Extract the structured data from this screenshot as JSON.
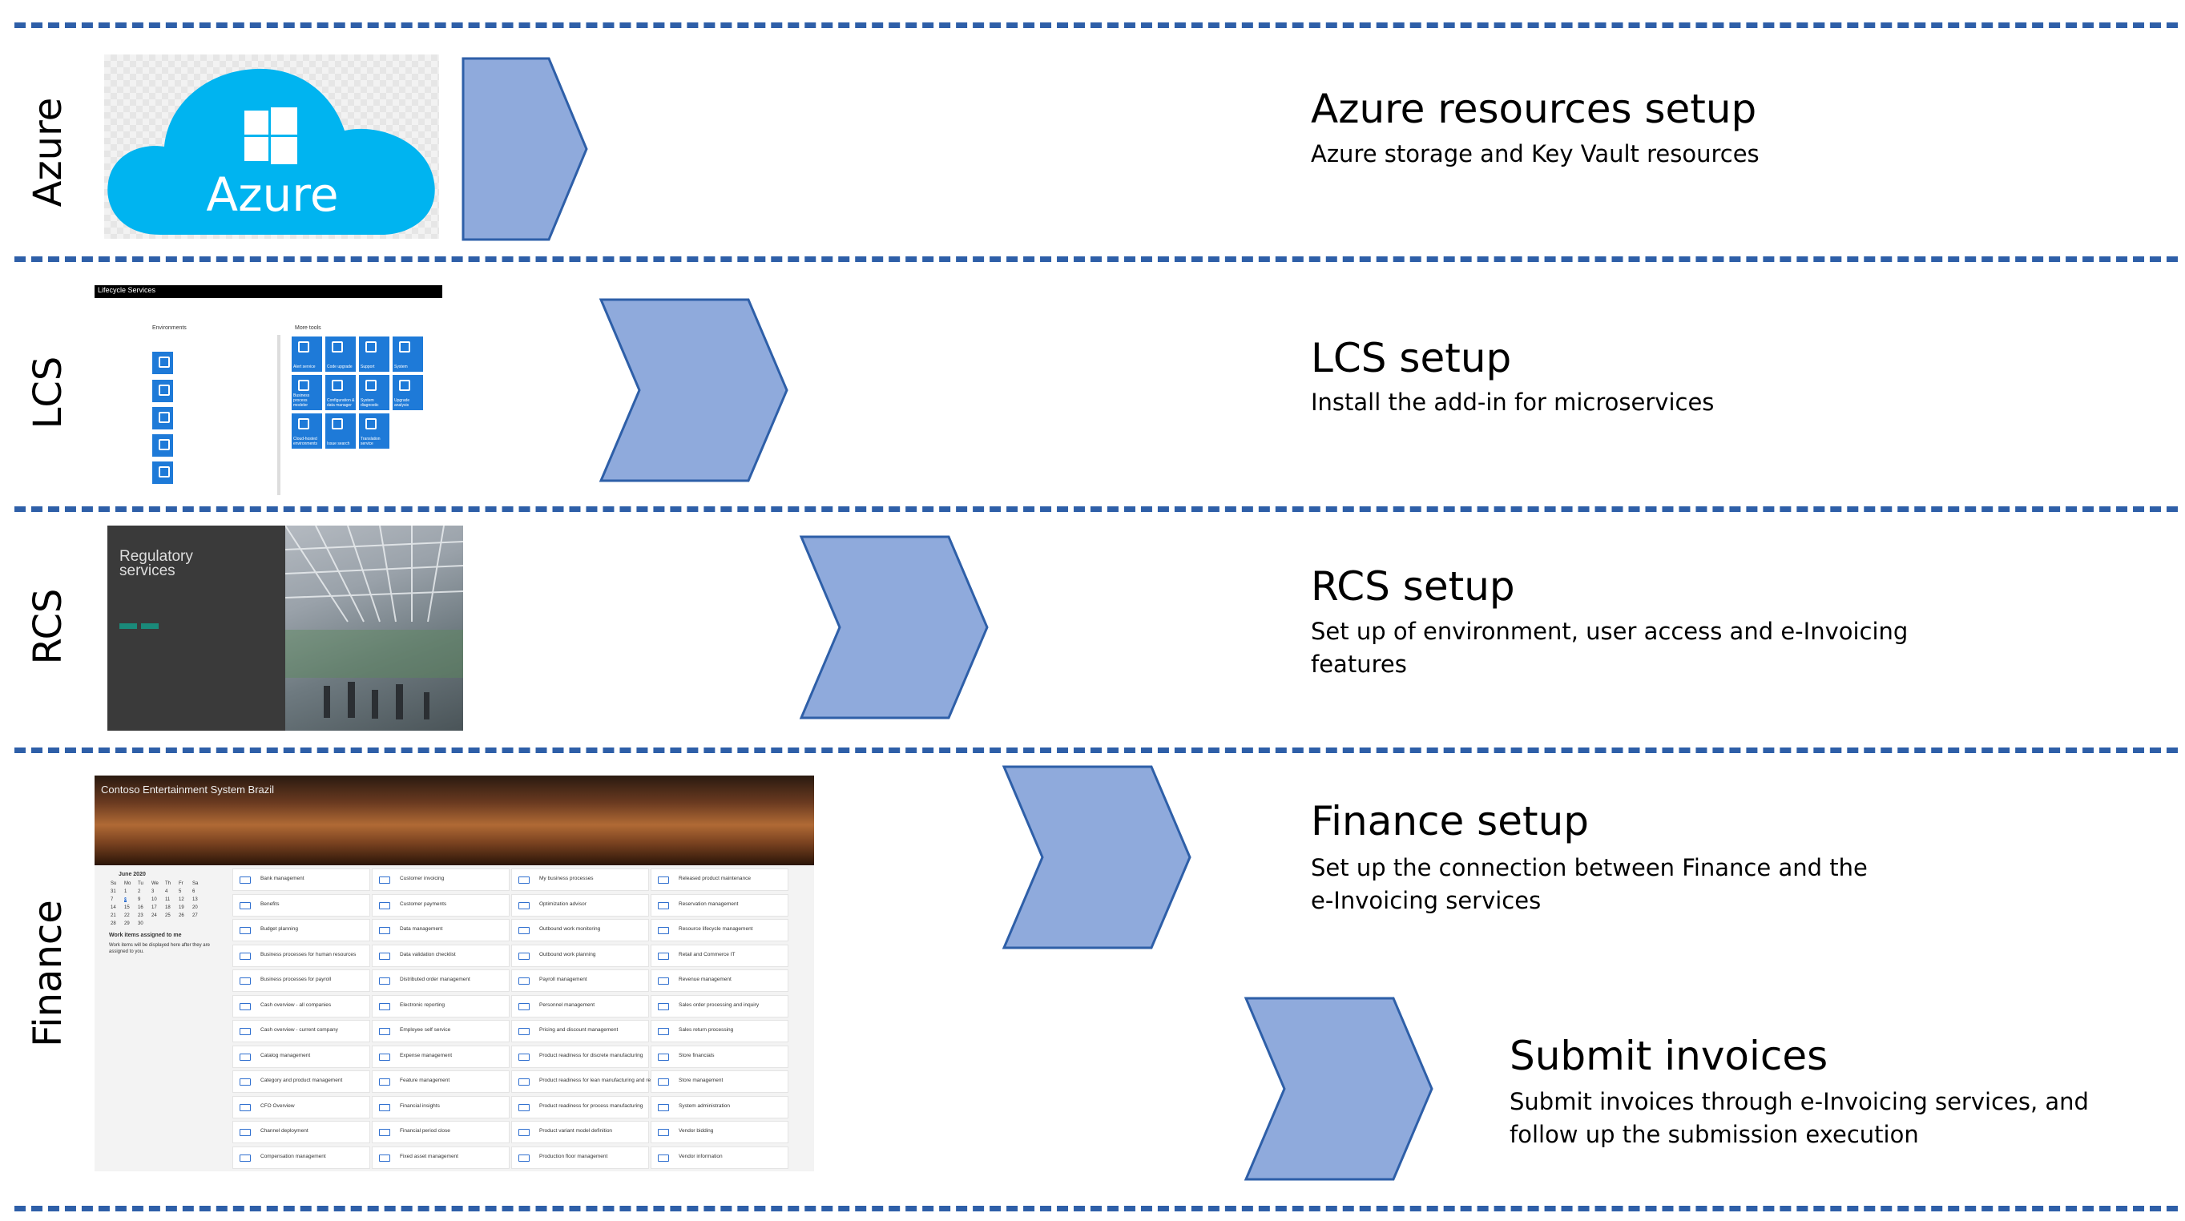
{
  "lanes": [
    {
      "label": "Azure"
    },
    {
      "label": "LCS"
    },
    {
      "label": "RCS"
    },
    {
      "label": "Finance"
    }
  ],
  "steps": [
    {
      "title": "Azure resources setup",
      "desc": "Azure storage and Key Vault resources"
    },
    {
      "title": "LCS setup",
      "desc": "Install the add-in for microservices"
    },
    {
      "title": "RCS setup",
      "desc": "Set up of environment, user access and e-Invoicing features"
    },
    {
      "title": "Finance setup",
      "desc": "Set up the connection between Finance and the e-Invoicing services"
    },
    {
      "title": "Submit invoices",
      "desc": "Submit invoices through e-Invoicing services, and follow up the submission execution"
    }
  ],
  "azure_logo": {
    "text": "Azure",
    "color": "#00b4f0"
  },
  "chevron_color": "#8faadc",
  "chevron_border": "#2e5fa8",
  "lcs_thumb": {
    "bar_text": "Lifecycle Services",
    "environments_label": "Environments",
    "more_tools_label": "More tools",
    "tiles": [
      "Alert service",
      "Code upgrade",
      "Support",
      "System",
      "Business process modeler",
      "Configuration & data manager",
      "System diagnostic",
      "Upgrade analysis",
      "Cloud-hosted environments",
      "Issue search",
      "Translation service"
    ]
  },
  "rcs_thumb": {
    "title_line1": "Regulatory",
    "title_line2": "services"
  },
  "finance_thumb": {
    "banner_title": "Contoso Entertainment System Brazil",
    "calendar_month": "June 2020",
    "calendar_days": [
      "Su",
      "Mo",
      "Tu",
      "We",
      "Th",
      "Fr",
      "Sa"
    ],
    "calendar_rows": [
      [
        "31",
        "1",
        "2",
        "3",
        "4",
        "5",
        "6"
      ],
      [
        "7",
        "8",
        "9",
        "10",
        "11",
        "12",
        "13"
      ],
      [
        "14",
        "15",
        "16",
        "17",
        "18",
        "19",
        "20"
      ],
      [
        "21",
        "22",
        "23",
        "24",
        "25",
        "26",
        "27"
      ],
      [
        "28",
        "29",
        "30",
        "",
        "",
        "",
        ""
      ]
    ],
    "work_items_title": "Work items assigned to me",
    "work_items_note": "Work items will be displayed here after they are assigned to you.",
    "workspaces": [
      [
        "Bank management",
        "Customer invoicing",
        "My business processes",
        "Released product maintenance"
      ],
      [
        "Benefits",
        "Customer payments",
        "Optimization advisor",
        "Reservation management"
      ],
      [
        "Budget planning",
        "Data management",
        "Outbound work monitoring",
        "Resource lifecycle management"
      ],
      [
        "Business processes for human resources",
        "Data validation checklist",
        "Outbound work planning",
        "Retail and Commerce IT"
      ],
      [
        "Business processes for payroll",
        "Distributed order management",
        "Payroll management",
        "Revenue management"
      ],
      [
        "Cash overview - all companies",
        "Electronic reporting",
        "Personnel management",
        "Sales order processing and inquiry"
      ],
      [
        "Cash overview - current company",
        "Employee self service",
        "Pricing and discount management",
        "Sales return processing"
      ],
      [
        "Catalog management",
        "Expense management",
        "Product readiness for discrete manufacturing",
        "Store financials"
      ],
      [
        "Category and product management",
        "Feature management",
        "Product readiness for lean manufacturing and replenishment",
        "Store management"
      ],
      [
        "CFO Overview",
        "Financial insights",
        "Product readiness for process manufacturing",
        "System administration"
      ],
      [
        "Channel deployment",
        "Financial period close",
        "Product variant model definition",
        "Vendor bidding"
      ],
      [
        "Compensation management",
        "Fixed asset management",
        "Production floor management",
        "Vendor information"
      ]
    ]
  }
}
